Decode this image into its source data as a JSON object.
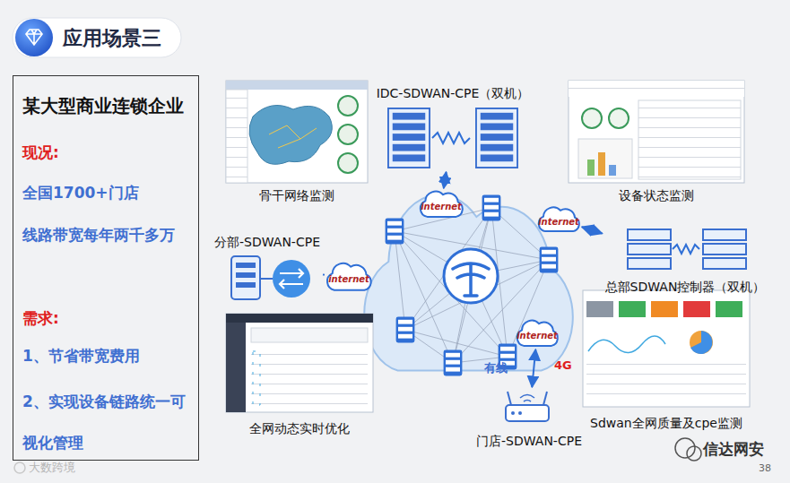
{
  "diagram": {
    "title": "应用场景三",
    "nodes": [
      {
        "text": [
          "某大型商业连锁企业",
          "现况:",
          "全国1700+门店",
          "线路带宽每年两千多万",
          "需求:",
          "1、节省带宽费用",
          "2、实现设备链路统一可 视化管理"
        ]
      },
      {
        "text": [
          "骨干网络监测"
        ]
      },
      {
        "text": [
          "IDC-SDWAN-CPE（双机）"
        ]
      },
      {
        "text": [
          "设备状态监测"
        ]
      },
      {
        "text": [
          "internet"
        ]
      },
      {
        "text": [
          "分部-SDWAN-CPE"
        ]
      },
      {
        "text": [
          "internet"
        ]
      },
      {
        "text": [
          "internet"
        ]
      },
      {
        "text": [
          "总部SDWAN控制器（双机）"
        ]
      },
      {
        "text": [
          "全网动态实时优化"
        ]
      },
      {
        "text": [
          "internet"
        ]
      },
      {
        "text": [
          "Sdwan全网质量及cpe监测"
        ]
      },
      {
        "text": [
          "门店-SDWAN-CPE"
        ]
      }
    ],
    "edges": [
      {
        "from": 2,
        "to": 4,
        "arrow": "both"
      },
      {
        "from": 5,
        "to": 6,
        "arrow": "none"
      },
      {
        "from": 7,
        "to": 8,
        "arrow": "both"
      },
      {
        "from": 10,
        "to": 12,
        "arrow": "both"
      }
    ],
    "labels": [
      "有线",
      "4G",
      "38",
      "信达网安",
      "大数跨境"
    ]
  }
}
